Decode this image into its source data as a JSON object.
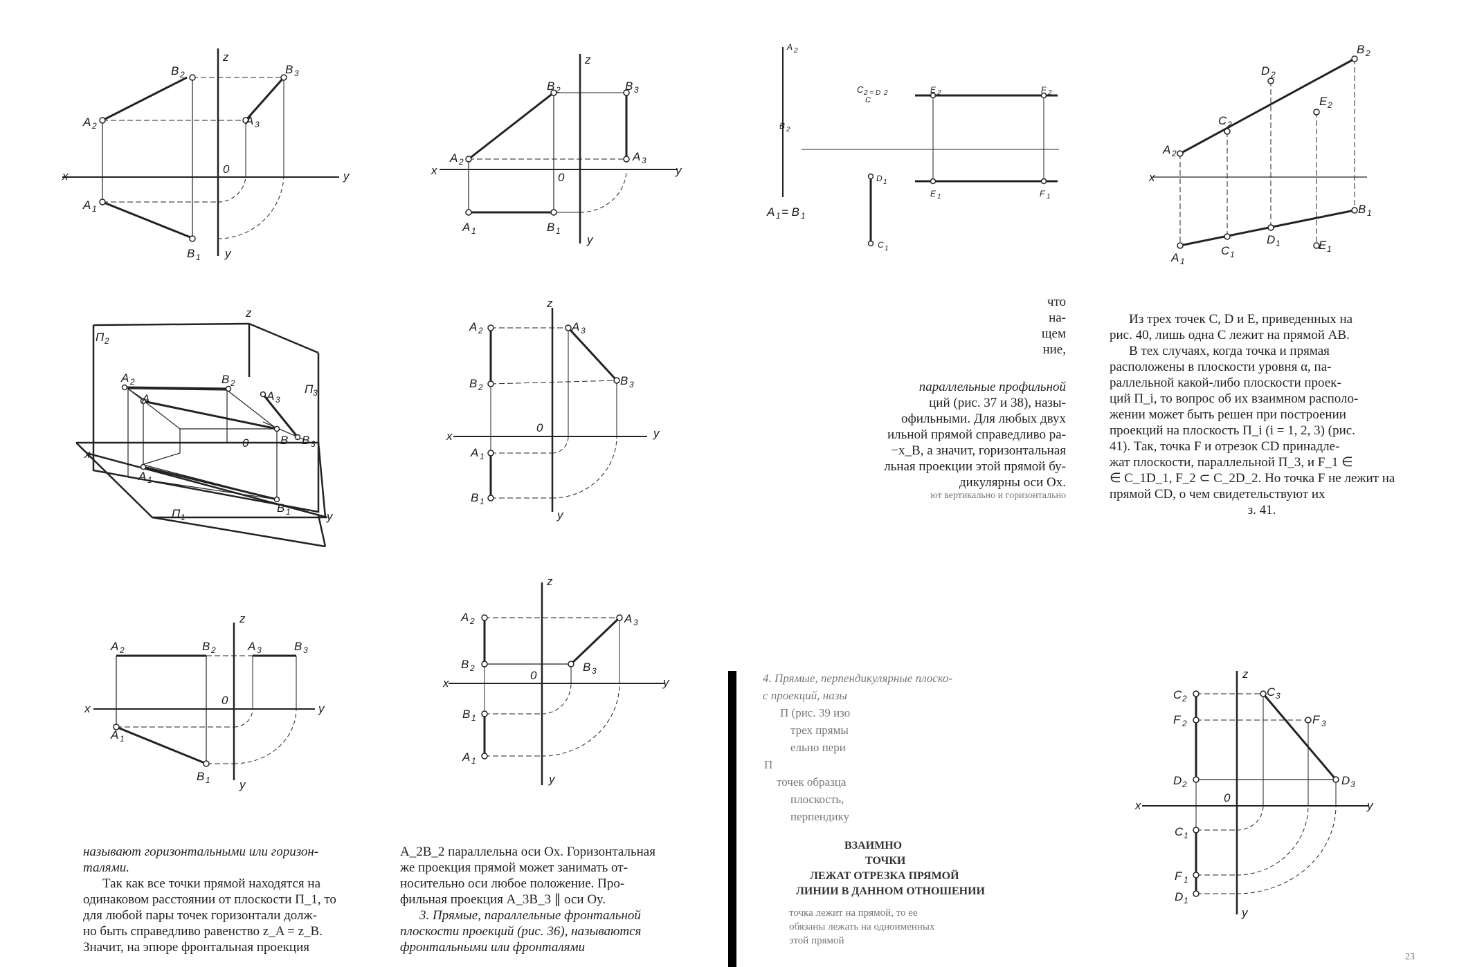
{
  "figure_labels": {
    "f1": {
      "z": "z",
      "x": "x",
      "y": "y",
      "y_prime": "y",
      "o": "0",
      "A2": "A",
      "A2s": "2",
      "B2": "B",
      "B2s": "2",
      "B3": "B",
      "B3s": "3",
      "A3": "A",
      "A3s": "3",
      "A1": "A",
      "A1s": "1",
      "B1": "B",
      "B1s": "1"
    },
    "f2": {
      "z": "z",
      "x": "x",
      "y": "y",
      "y_prime": "y",
      "o": "0",
      "A2": "A",
      "A2s": "2",
      "B2": "B",
      "B2s": "2",
      "B3": "B",
      "B3s": "3",
      "A3": "A",
      "A3s": "3",
      "A1": "A",
      "A1s": "1",
      "B1": "B",
      "B1s": "1"
    },
    "f3": {
      "A2": "A",
      "A2s": "2",
      "B2": "B",
      "B2s": "2",
      "A1B1": "A",
      "A1B1b": "1",
      "eq": "= B",
      "eqs": "1",
      "C2D2": "C",
      "C2D2s": "2 = D",
      "C2D2t": "2",
      "C1": "C",
      "D1": "D",
      "D1s": "1",
      "C1s": "1",
      "E2": "E",
      "E2s": "2",
      "F2": "F",
      "F2s": "2",
      "E1": "E",
      "E1s": "1",
      "F1": "F",
      "F1s": "1"
    },
    "f4": {
      "x": "x",
      "A2": "A",
      "A2s": "2",
      "B2": "B",
      "B2s": "2",
      "D2": "D",
      "D2s": "2",
      "C2": "C",
      "C2s": "2",
      "E2": "E",
      "E2s": "2",
      "B1": "B",
      "B1s": "1",
      "A1": "A",
      "A1s": "1",
      "C1": "C",
      "C1s": "1",
      "D1": "D",
      "D1s": "1",
      "E1": "E",
      "E1s": "1"
    },
    "f5": {
      "z": "z",
      "P2": "П",
      "P2s": "2",
      "P3": "П",
      "P3s": "3",
      "P1": "П",
      "P1s": "1",
      "x": "x",
      "y": "y",
      "o": "0",
      "A": "A",
      "B": "B",
      "A2": "A",
      "A2s": "2",
      "B2": "B",
      "B2s": "2",
      "A3": "A",
      "A3s": "3",
      "B3": "B",
      "B3s": "3",
      "A1": "A",
      "A1s": "1",
      "B1": "B",
      "B1s": "1"
    },
    "f6": {
      "z": "z",
      "x": "x",
      "y": "y",
      "y_prime": "y",
      "o": "0",
      "A2": "A",
      "A2s": "2",
      "B2": "B",
      "B2s": "2",
      "A3": "A",
      "A3s": "3",
      "B3": "B",
      "B3s": "3",
      "A1": "A",
      "A1s": "1",
      "B1": "B",
      "B1s": "1"
    },
    "f7": {
      "z": "z",
      "x": "x",
      "y": "y",
      "y_prime": "y",
      "o": "0",
      "A2": "A",
      "A2s": "2",
      "B2": "B",
      "B2s": "2",
      "A3": "A",
      "A3s": "3",
      "B3": "B",
      "B3s": "3",
      "A1": "A",
      "A1s": "1",
      "B1": "B",
      "B1s": "1"
    },
    "f8": {
      "z": "z",
      "x": "x",
      "y": "y",
      "y_prime": "y",
      "o": "0",
      "A2": "A",
      "A2s": "2",
      "B2": "B",
      "B2s": "2",
      "A3": "A",
      "A3s": "3",
      "B3": "B",
      "B3s": "3",
      "A1": "A",
      "A1s": "1",
      "B1": "B",
      "B1s": "1"
    },
    "f9": {
      "z": "z",
      "x": "x",
      "y": "y",
      "y_prime": "y",
      "o": "0",
      "C2": "C",
      "C2s": "2",
      "C3": "C",
      "C3s": "3",
      "F2": "F",
      "F2s": "2",
      "F3": "F",
      "F3s": "3",
      "D2": "D",
      "D2s": "2",
      "D3": "D",
      "D3s": "3",
      "C1": "C",
      "C1s": "1",
      "F1": "F",
      "F1s": "1",
      "D1": "D",
      "D1s": "1"
    }
  },
  "text": {
    "mid_right_words": [
      "что",
      "на-",
      "щем",
      "ние,"
    ],
    "mid_para": [
      "параллельные профильной",
      "ций (рис. 37 и 38), назы-",
      "офильными. Для любых двух",
      "ильной прямой справедливо ра-",
      "−x_B, а значит, горизонтальная",
      "льная проекции этой прямой бу-",
      "дикулярны оси Ox.",
      "ют вертикально и горизонтально"
    ],
    "right_para": [
      "Из трех точек C, D и E, приведенных на",
      "рис. 40, лишь одна C лежит на прямой AB.",
      "В тех случаях, когда точка и прямая",
      "расположены в плоскости уровня α, па-",
      "раллельной какой-либо плоскости проек-",
      "ций П_i, то вопрос об их взаимном располо-",
      "жении может быть решен при построении",
      "проекций на плоскость П_i (i = 1, 2, 3) (рис.",
      "41). Так, точка F и отрезок CD принадле-",
      "жат плоскости, параллельной П_3, и F_1 ∈",
      "∈ C_1D_1, F_2 ⊂ C_2D_2. Но точка F не лежит на",
      "прямой CD, о чем свидетельствуют их",
      "з. 41."
    ],
    "bottom_left_para": [
      "называют горизонтальными или горизон-",
      "талями.",
      "Так как все точки прямой находятся на",
      "одинаковом расстоянии от плоскости П_1, то",
      "для любой пары точек горизонтали долж-",
      "но быть справедливо равенство z_A = z_B.",
      "Значит, на эпюре фронтальная проекция"
    ],
    "bottom_mid_para": [
      "A_2B_2 параллельна оси Ox. Горизонтальная",
      "же проекция прямой может занимать от-",
      "носительно оси любое положение. Про-",
      "фильная проекция A_3B_3 ∥ оси Oy.",
      "3. Прямые, параллельные фронтальной",
      "плоскости проекций (рис. 36), называются",
      "фронтальными или фронталями"
    ],
    "bottom_right_faded": [
      "4. Прямые, перпендикулярные плоско-",
      "с проекций, назы",
      "П (рис. 39 изо",
      "трех прямы",
      "ельно пери",
      "П",
      "точек образца",
      "плоскость,",
      "перпендику"
    ],
    "heading": [
      "ВЗАИМНО",
      "ТОЧКИ",
      "ЛЕЖАТ ОТРЕЗКА ПРЯМОЙ",
      "ЛИНИИ В ДАННОМ ОТНОШЕНИИ"
    ],
    "heading_sub": [
      "точка лежит на прямой, то ее",
      "обязаны лежать на одноименных",
      "этой прямой"
    ],
    "page_number": "23"
  }
}
